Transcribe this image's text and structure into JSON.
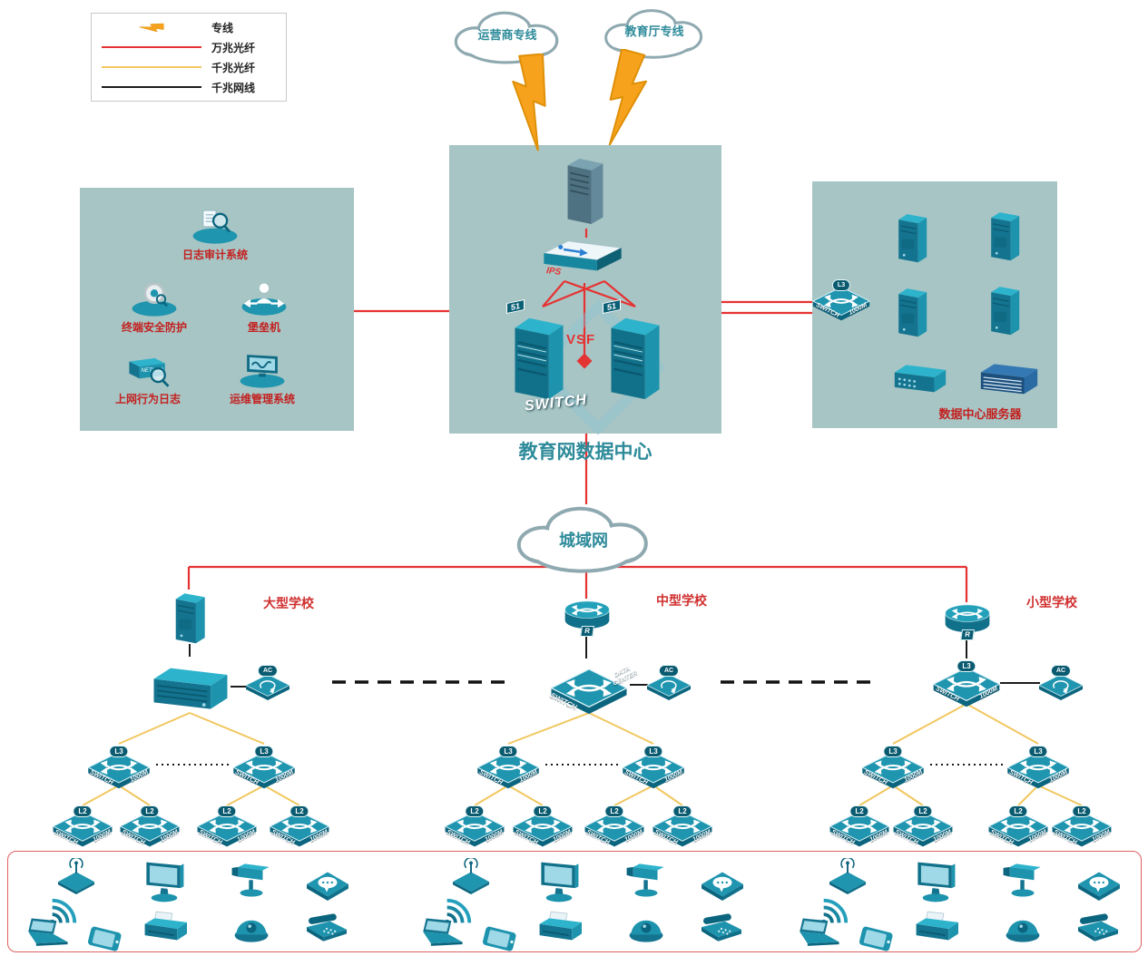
{
  "legend": {
    "items": [
      {
        "label": "专线"
      },
      {
        "label": "万兆光纤"
      },
      {
        "label": "千兆光纤"
      },
      {
        "label": "千兆网线"
      }
    ]
  },
  "clouds": {
    "isp": "运营商专线",
    "edu": "教育厅专线",
    "metro": "城域网"
  },
  "datacenter": {
    "title": "教育网数据中心",
    "ips": "IPS",
    "vsf": "VSF",
    "switch_text": "SWITCH",
    "flag_left": "51",
    "flag_right": "51"
  },
  "security_zone": {
    "items": [
      {
        "label": "日志审计系统"
      },
      {
        "label": "终端安全防护"
      },
      {
        "label": "堡垒机"
      },
      {
        "label": "上网行为日志"
      },
      {
        "label": "运维管理系统"
      }
    ],
    "netlog": "NETLOG"
  },
  "server_zone": {
    "title": "数据中心服务器",
    "switch_badge": "L3",
    "switch_line1": "SWITCH",
    "switch_line2": "1000M"
  },
  "labels": {
    "l3": "L3",
    "l2": "L2",
    "switch": "SWITCH",
    "speed": "1000M",
    "ac": "AC",
    "router": "R",
    "dc1": "DATA",
    "dc2": "CENTER"
  },
  "schools": [
    {
      "name": "大型学校"
    },
    {
      "name": "中型学校"
    },
    {
      "name": "小型学校"
    }
  ],
  "colors": {
    "zone_bg": "#a7c5c4",
    "line_10g": "#e63232",
    "line_1g_fiber": "#f1c75f",
    "line_1g_cable": "#1c1c1c",
    "device_teal": "#1d93ad",
    "label_red": "#c3201f",
    "title_teal": "#2e8b9a",
    "bolt_orange": "#F6A21C"
  }
}
